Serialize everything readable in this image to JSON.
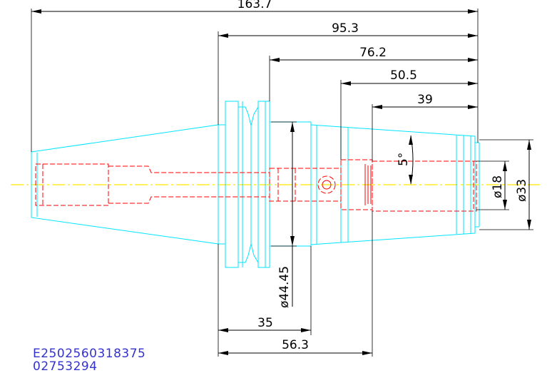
{
  "dimensions": {
    "overall_length": "163.7",
    "d95": "95.3",
    "d76": "76.2",
    "d50": "50.5",
    "d39": "39",
    "d35": "35",
    "d56": "56.3",
    "diameter_flange": "ø44.45",
    "diameter_bore": "ø18",
    "diameter_nose": "ø33",
    "angle": "5°"
  },
  "codes": {
    "line1": "E2502560318375",
    "line2": "02753294"
  },
  "colors": {
    "outline": "#00e5ff",
    "hidden": "#ff0000",
    "dimension": "#000000",
    "centerline": "#ffe600",
    "code_text": "#3333cc"
  }
}
